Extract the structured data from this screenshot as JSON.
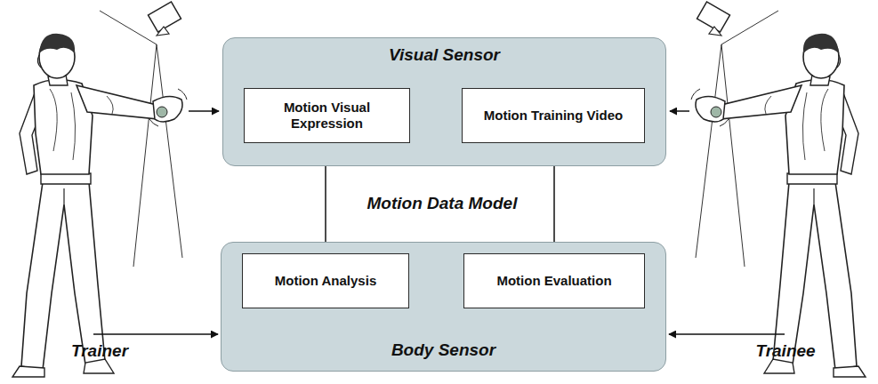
{
  "diagram": {
    "nodes": [
      {
        "text": [
          "Visual Sensor"
        ]
      },
      {
        "text": [
          "Motion Visual Expression"
        ],
        "in": 0
      },
      {
        "text": [
          "Motion Training Video"
        ],
        "in": 0
      },
      {
        "text": [
          "Body Sensor"
        ]
      },
      {
        "text": [
          "Motion Analysis"
        ],
        "in": 3
      },
      {
        "text": [
          "Motion Evaluation"
        ],
        "in": 3
      }
    ],
    "edges": [
      {
        "from": 1,
        "to": 2,
        "arrow": "both"
      },
      {
        "from": 4,
        "to": 5,
        "arrow": "both"
      },
      {
        "from": 4,
        "to": 1,
        "arrow": "to"
      },
      {
        "from": 5,
        "to": 2,
        "arrow": "to"
      }
    ],
    "labels": [
      "Motion Data Model",
      "Trainer",
      "Trainee"
    ]
  }
}
